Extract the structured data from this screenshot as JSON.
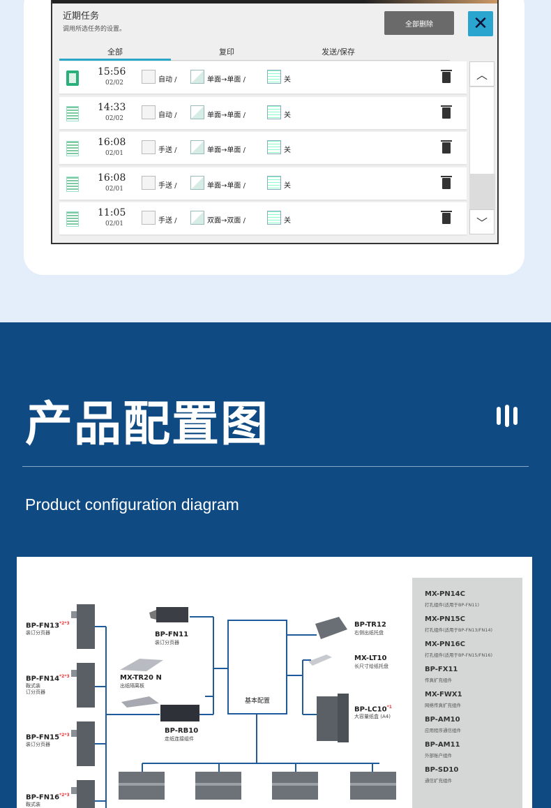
{
  "dialog": {
    "title": "近期任务",
    "subtitle": "调用所选任务的设置。",
    "delete_all_label": "全部删除",
    "close_symbol": "✕",
    "tabs": [
      {
        "label": "全部",
        "active": true
      },
      {
        "label": "复印",
        "active": false
      },
      {
        "label": "发送/保存",
        "active": false
      }
    ],
    "jobs": [
      {
        "time": "15:56",
        "date": "02/02",
        "feed": "自动",
        "duplex": "单面→单面",
        "sort": "关",
        "icon": "active"
      },
      {
        "time": "14:33",
        "date": "02/02",
        "feed": "自动",
        "duplex": "单面→单面",
        "sort": "关",
        "icon": "paper"
      },
      {
        "time": "16:08",
        "date": "02/01",
        "feed": "手送",
        "duplex": "单面→单面",
        "sort": "关",
        "icon": "paper"
      },
      {
        "time": "16:08",
        "date": "02/01",
        "feed": "手送",
        "duplex": "单面→单面",
        "sort": "关",
        "icon": "paper"
      },
      {
        "time": "11:05",
        "date": "02/01",
        "feed": "手送",
        "duplex": "双面→双面",
        "sort": "关",
        "icon": "paper"
      }
    ],
    "scroll_up_symbol": "︿",
    "scroll_down_symbol": "﹀"
  },
  "section": {
    "title": "产品配置图",
    "subtitle": "Product configuration diagram"
  },
  "diagram": {
    "base_label": "基本配置",
    "left_items": [
      {
        "name": "BP-FN13",
        "sup": "*2*3",
        "desc": "装订分页器"
      },
      {
        "name": "BP-FN14",
        "sup": "*2*3",
        "desc": "鞍式装",
        "desc2": "订分页器"
      },
      {
        "name": "BP-FN15",
        "sup": "*2*3",
        "desc": "装订分页器"
      },
      {
        "name": "BP-FN16",
        "sup": "*2*3",
        "desc": "鞍式装"
      }
    ],
    "center_items": [
      {
        "name": "BP-FN11",
        "desc": "装订分页器"
      },
      {
        "name": "MX-TR20 N",
        "desc": "出纸隔离板"
      },
      {
        "name": "BP-RB10",
        "desc": "走纸连接组件"
      }
    ],
    "right_items": [
      {
        "name": "BP-TR12",
        "desc": "右侧出纸托盘"
      },
      {
        "name": "MX-LT10",
        "desc": "长尺寸给纸托盘"
      },
      {
        "name": "BP-LC10",
        "sup": "*1",
        "desc": "大容量纸盒 (A4)"
      }
    ],
    "options": [
      {
        "name": "MX-PN14C",
        "desc": "打孔组件(适用于BP-FN11)"
      },
      {
        "name": "MX-PN15C",
        "desc": "打孔组件(适用于BP-FN13/FN14)"
      },
      {
        "name": "MX-PN16C",
        "desc": "打孔组件(适用于BP-FN15/FN16)"
      },
      {
        "name": "BP-FX11",
        "desc": "传真扩充组件"
      },
      {
        "name": "MX-FWX1",
        "desc": "网络传真扩充组件"
      },
      {
        "name": "BP-AM10",
        "desc": "应用程序通信组件"
      },
      {
        "name": "BP-AM11",
        "desc": "外部账户组件"
      },
      {
        "name": "BP-SD10",
        "desc": "通信扩充组件"
      }
    ]
  },
  "colors": {
    "accent": "#2aa6c8",
    "close_button": "#29a5cf",
    "section_bg": "#0f4a83",
    "connector": "#1f5a9c"
  }
}
